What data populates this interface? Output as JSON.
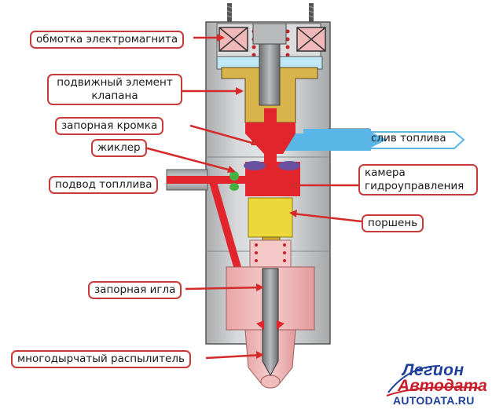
{
  "labels": {
    "coil": "обмотка электромагнита",
    "valve_line1": "подвижный элемент",
    "valve_line2": "клапана",
    "sealing_edge": "запорная кромка",
    "jet": "жиклер",
    "fuel_supply": "подвод топллива",
    "fuel_drain": "слив топлива",
    "chamber_line1": "камера",
    "chamber_line2": "гидроуправления",
    "piston": "поршень",
    "needle": "запорная игла",
    "nozzle": "многодырчатый распылитель"
  },
  "logo": {
    "line1": "Легион",
    "line2": "Автодата",
    "line3": "AUTODATA.RU"
  },
  "colors": {
    "body": "#c8cacc",
    "fuel_high_pressure": "#e2242c",
    "fuel_drain": "#59b6e6",
    "valve_element": "#d8b44a",
    "piston": "#ecd83a",
    "spring": "#f5c8c8",
    "seal_ring": "#6a50a0",
    "jet_ring": "#46b040",
    "label_border": "#c83a3a",
    "arrow": "#d42a2a"
  }
}
